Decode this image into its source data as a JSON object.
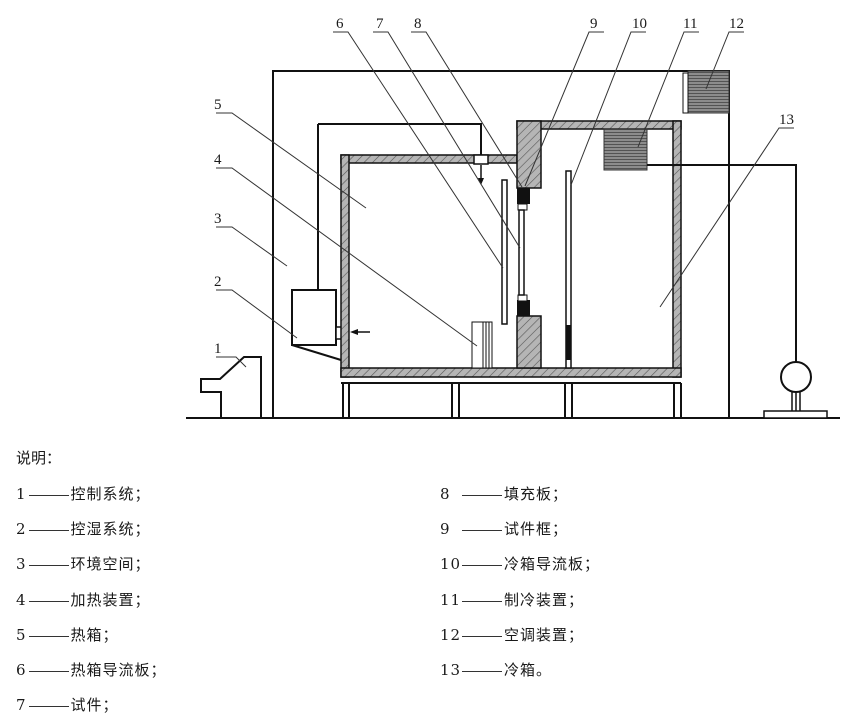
{
  "figure": {
    "type": "schematic",
    "subject": "Hot-box / cold-box thermal test apparatus",
    "callout_numbers": [
      "1",
      "2",
      "3",
      "4",
      "5",
      "6",
      "7",
      "8",
      "9",
      "10",
      "11",
      "12",
      "13"
    ]
  },
  "legend": {
    "title": "说明：",
    "items": [
      {
        "num": "1",
        "label": "控制系统；"
      },
      {
        "num": "2",
        "label": "控湿系统；"
      },
      {
        "num": "3",
        "label": "环境空间；"
      },
      {
        "num": "4",
        "label": "加热装置；"
      },
      {
        "num": "5",
        "label": "热箱；"
      },
      {
        "num": "6",
        "label": "热箱导流板；"
      },
      {
        "num": "7",
        "label": "试件；"
      },
      {
        "num": "8",
        "label": "填充板；"
      },
      {
        "num": "9",
        "label": "试件框；"
      },
      {
        "num": "10",
        "label": "冷箱导流板；"
      },
      {
        "num": "11",
        "label": "制冷装置；"
      },
      {
        "num": "12",
        "label": "空调装置；"
      },
      {
        "num": "13",
        "label": "冷箱。"
      }
    ]
  },
  "colors": {
    "line": "#111111",
    "hatch_fill": "#9a9a9a",
    "dark_fill": "#111111"
  }
}
